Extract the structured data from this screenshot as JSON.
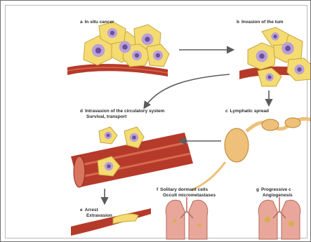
{
  "stages": {
    "a": {
      "letter": "a",
      "title": "In situ cancer"
    },
    "b": {
      "letter": "b",
      "title": "Invasion of the tum"
    },
    "c": {
      "letter": "c",
      "title": "Lymphatic spread"
    },
    "d": {
      "letter": "d",
      "title": "Intravasion of the circulatory system",
      "subtitle": "Survival, transport"
    },
    "e": {
      "letter": "e",
      "title": "Arrest",
      "subtitle": "Extravasion"
    },
    "f": {
      "letter": "f",
      "title": "Solitary dormant cells",
      "subtitle": "Occult micrometastases"
    },
    "g": {
      "letter": "g",
      "title": "Progressive c",
      "subtitle": "Angiogenesis"
    }
  },
  "colors": {
    "cell_fill": "#f4dc72",
    "cell_stroke": "#c8a53a",
    "nucleus_fill": "#b9a0d8",
    "nucleus_core": "#6b4e9e",
    "vessel_fill": "#b63a2a",
    "vessel_stripe": "#d86a4e",
    "lung_fill": "#e8a79a",
    "lymph_fill": "#eec07a",
    "arrow": "#5c5c5c"
  }
}
